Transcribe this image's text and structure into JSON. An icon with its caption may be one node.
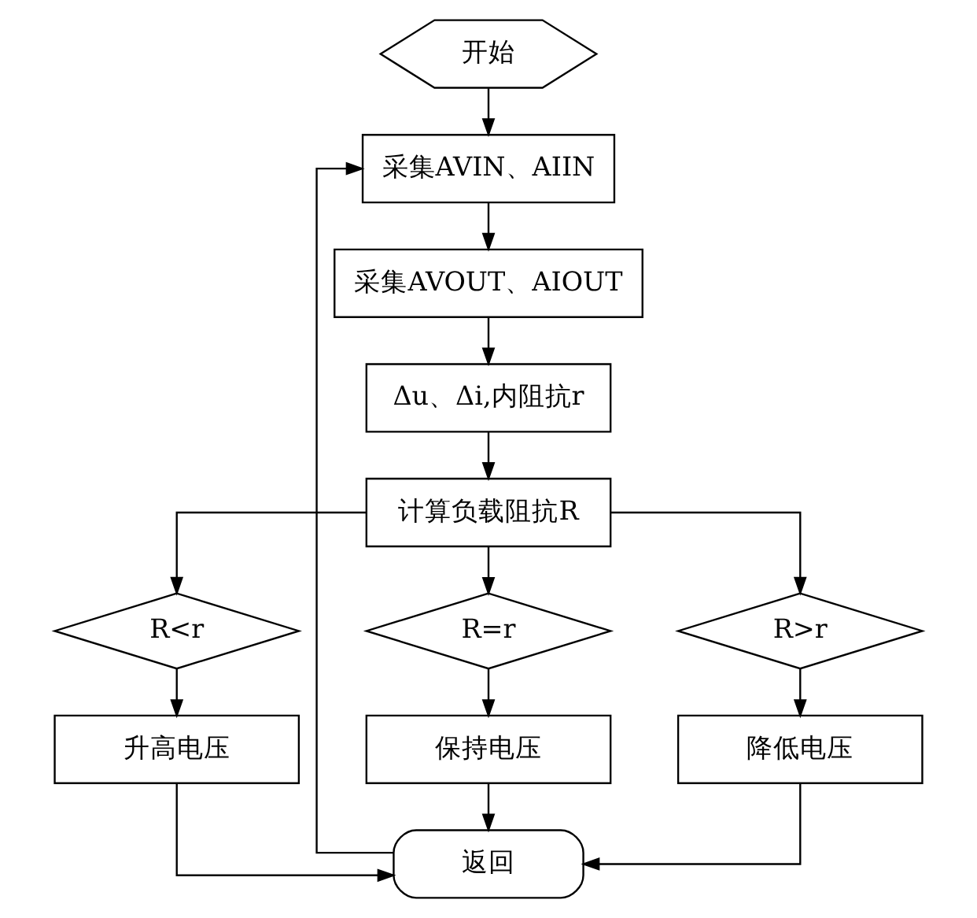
{
  "diagram": {
    "nodes": [
      {
        "text": [
          "开始"
        ]
      },
      {
        "text": [
          "采集AVIN、AIIN"
        ]
      },
      {
        "text": [
          "采集AVOUT、AIOUT"
        ]
      },
      {
        "text": [
          "Δu、Δi,内阻抗r"
        ]
      },
      {
        "text": [
          "计算负载阻抗R"
        ]
      },
      {
        "text": [
          "R<r"
        ]
      },
      {
        "text": [
          "R=r"
        ]
      },
      {
        "text": [
          "R>r"
        ]
      },
      {
        "text": [
          "升高电压"
        ]
      },
      {
        "text": [
          "保持电压"
        ]
      },
      {
        "text": [
          "降低电压"
        ]
      },
      {
        "text": [
          "返回"
        ]
      }
    ],
    "edges": [
      {
        "from": 0,
        "to": 1,
        "arrow": "to"
      },
      {
        "from": 1,
        "to": 2,
        "arrow": "to"
      },
      {
        "from": 2,
        "to": 3,
        "arrow": "to"
      },
      {
        "from": 3,
        "to": 4,
        "arrow": "to"
      },
      {
        "from": 4,
        "to": 5,
        "arrow": "to"
      },
      {
        "from": 4,
        "to": 6,
        "arrow": "to"
      },
      {
        "from": 4,
        "to": 7,
        "arrow": "to"
      },
      {
        "from": 5,
        "to": 8,
        "arrow": "to"
      },
      {
        "from": 6,
        "to": 9,
        "arrow": "to"
      },
      {
        "from": 7,
        "to": 10,
        "arrow": "to"
      },
      {
        "from": 8,
        "to": 11,
        "arrow": "to"
      },
      {
        "from": 9,
        "to": 11,
        "arrow": "to"
      },
      {
        "from": 10,
        "to": 11,
        "arrow": "to"
      },
      {
        "from": 11,
        "to": 1,
        "arrow": "to"
      }
    ]
  }
}
